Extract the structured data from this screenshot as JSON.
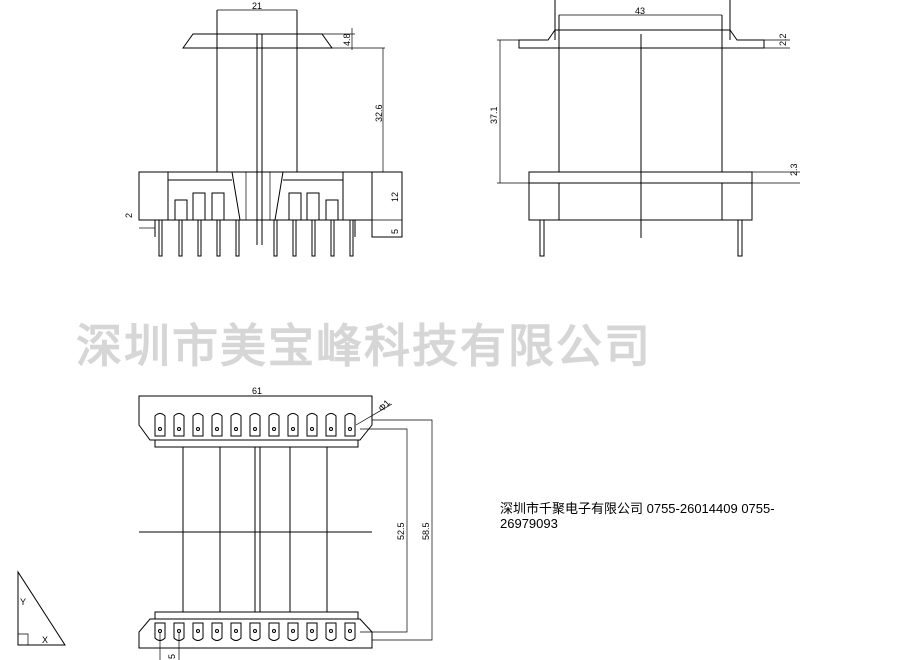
{
  "watermark": "深圳市美宝峰科技有限公司",
  "contact": {
    "line1": "深圳市千聚电子有限公司   0755-26014409  0755-",
    "line2": "26979093"
  },
  "front_view": {
    "dim_top_width": "21",
    "dim_flange": "4.8",
    "dim_height": "32.6",
    "dim_base": "12",
    "dim_pin": "5",
    "dim_left": "2"
  },
  "side_view": {
    "dim_top_width": "43",
    "dim_flange": "2.2",
    "dim_total": "37.1",
    "dim_base": "2.3"
  },
  "bottom_view": {
    "dim_width": "61",
    "dim_hole": "Φ1",
    "dim_inner": "52.5",
    "dim_outer": "58.5",
    "dim_pin_pitch": "5"
  },
  "axis_symbol": {
    "y_label": "Y",
    "x_label": "X"
  }
}
